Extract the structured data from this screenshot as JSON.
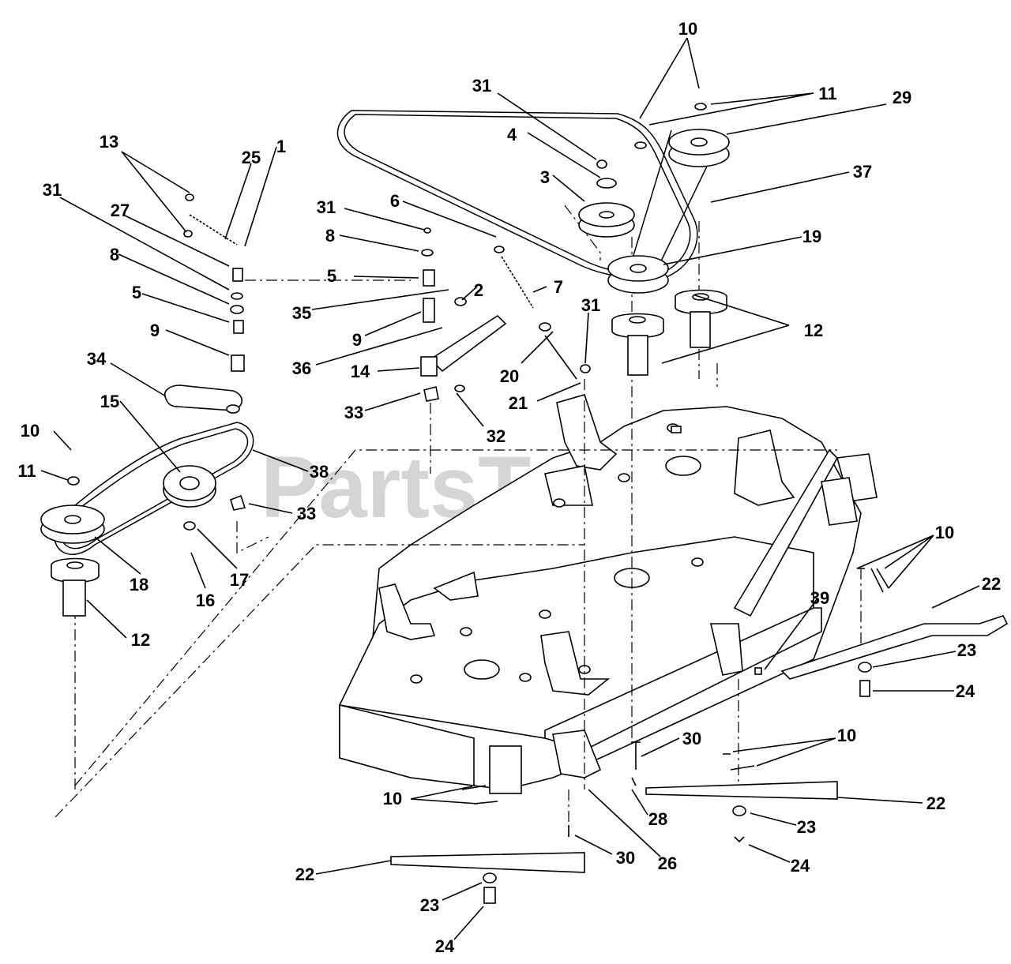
{
  "watermark": "PartsTree",
  "callouts": [
    "1",
    "2",
    "3",
    "4",
    "5",
    "6",
    "7",
    "8",
    "9",
    "10",
    "11",
    "12",
    "13",
    "14",
    "15",
    "16",
    "17",
    "18",
    "19",
    "20",
    "21",
    "22",
    "23",
    "24",
    "25",
    "26",
    "27",
    "28",
    "29",
    "30",
    "31",
    "32",
    "33",
    "34",
    "35",
    "36",
    "37",
    "38",
    "39"
  ]
}
